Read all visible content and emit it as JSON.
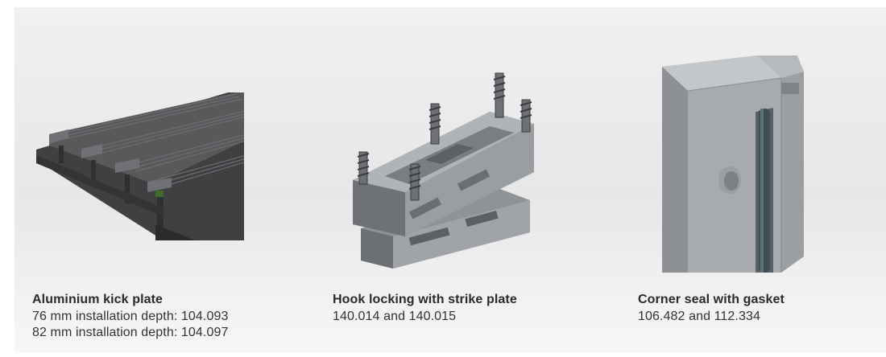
{
  "products": [
    {
      "title": "Aluminium kick plate",
      "lines": [
        "76 mm installation depth: 104.093",
        "82 mm installation depth: 104.097"
      ],
      "image_icon": "kick-plate-render"
    },
    {
      "title": "Hook locking with strike plate",
      "lines": [
        "140.014 and 140.015"
      ],
      "image_icon": "hook-lock-render"
    },
    {
      "title": "Corner seal with gasket",
      "lines": [
        "106.482 and 112.334"
      ],
      "image_icon": "corner-seal-render"
    }
  ],
  "colors": {
    "background": "#ebebeb",
    "metal_dark": "#4a4b4d",
    "metal_mid": "#7b7e82",
    "metal_light": "#a9acb0",
    "gasket": "#3e4e52"
  }
}
